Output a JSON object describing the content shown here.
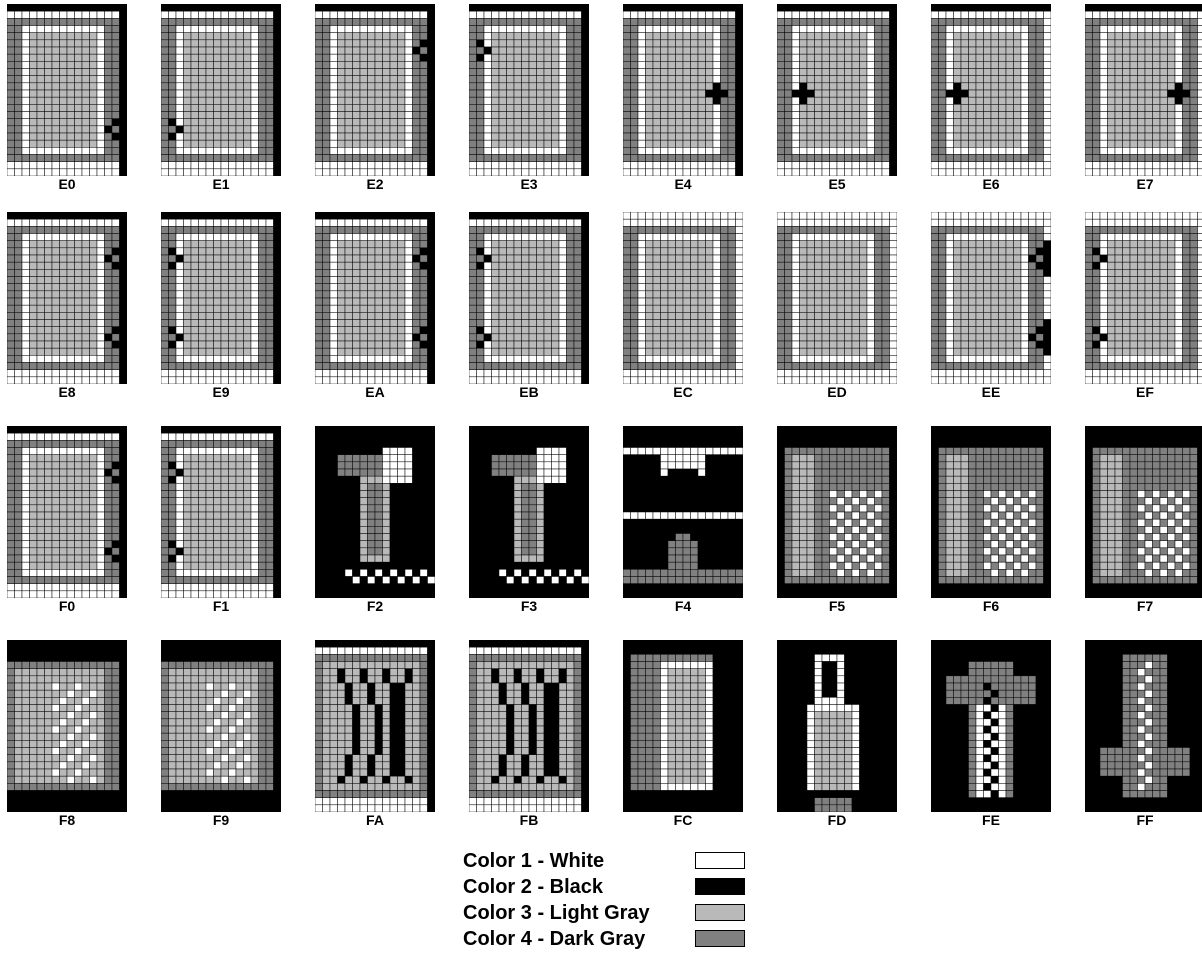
{
  "colors": {
    "white": "#FFFFFF",
    "black": "#000000",
    "light_gray": "#B9B9B9",
    "dark_gray": "#808080",
    "grid_line": "#000000"
  },
  "tiles": [
    {
      "code": "E0",
      "kind": "frame",
      "open": "TRB",
      "arrow": "R-bot"
    },
    {
      "code": "E1",
      "kind": "frame",
      "open": "TRB",
      "arrow": "L-bot"
    },
    {
      "code": "E2",
      "kind": "frame",
      "open": "TRB",
      "arrow": "R-top"
    },
    {
      "code": "E3",
      "kind": "frame",
      "open": "TRB",
      "arrow": "L-top"
    },
    {
      "code": "E4",
      "kind": "frame",
      "open": "TRB",
      "arrow": "R-mid"
    },
    {
      "code": "E5",
      "kind": "frame",
      "open": "TRB",
      "arrow": "L-mid"
    },
    {
      "code": "E6",
      "kind": "frame",
      "open": "T",
      "arrow": "L-mid"
    },
    {
      "code": "E7",
      "kind": "frame",
      "open": "T",
      "arrow": "R-mid"
    },
    {
      "code": "E8",
      "kind": "frame",
      "open": "TR",
      "arrow": "R-both"
    },
    {
      "code": "E9",
      "kind": "frame",
      "open": "TR",
      "arrow": "L-both"
    },
    {
      "code": "EA",
      "kind": "frame",
      "open": "TR",
      "arrow": "R-both"
    },
    {
      "code": "EB",
      "kind": "frame",
      "open": "TR",
      "arrow": "L-both"
    },
    {
      "code": "EC",
      "kind": "frame",
      "open": "",
      "arrow": ""
    },
    {
      "code": "ED",
      "kind": "frame",
      "open": "",
      "arrow": ""
    },
    {
      "code": "EE",
      "kind": "frame",
      "open": "",
      "arrow": "R-both"
    },
    {
      "code": "EF",
      "kind": "frame",
      "open": "",
      "arrow": "L-both"
    },
    {
      "code": "F0",
      "kind": "frame",
      "open": "TR",
      "arrow": "R-both"
    },
    {
      "code": "F1",
      "kind": "frame",
      "open": "TR",
      "arrow": "L-both"
    },
    {
      "code": "F2",
      "kind": "dark",
      "variant": "figure"
    },
    {
      "code": "F3",
      "kind": "dark",
      "variant": "figure"
    },
    {
      "code": "F4",
      "kind": "dark",
      "variant": "house"
    },
    {
      "code": "F5",
      "kind": "dark",
      "variant": "checker"
    },
    {
      "code": "F6",
      "kind": "dark",
      "variant": "checker"
    },
    {
      "code": "F7",
      "kind": "dark",
      "variant": "checker"
    },
    {
      "code": "F8",
      "kind": "checkerframe",
      "variant": "a"
    },
    {
      "code": "F9",
      "kind": "checkerframe",
      "variant": "b"
    },
    {
      "code": "FA",
      "kind": "pattern",
      "variant": "a"
    },
    {
      "code": "FB",
      "kind": "pattern",
      "variant": "b"
    },
    {
      "code": "FC",
      "kind": "dark",
      "variant": "door"
    },
    {
      "code": "FD",
      "kind": "dark",
      "variant": "bottle"
    },
    {
      "code": "FE",
      "kind": "dark",
      "variant": "arrow-up"
    },
    {
      "code": "FF",
      "kind": "dark",
      "variant": "arrow-down"
    }
  ],
  "legend": [
    {
      "label": "Color 1 - White",
      "color": "#FFFFFF"
    },
    {
      "label": "Color 2 - Black",
      "color": "#000000"
    },
    {
      "label": "Color 3 - Light Gray",
      "color": "#B9B9B9"
    },
    {
      "label": "Color 4 - Dark Gray",
      "color": "#808080"
    }
  ]
}
